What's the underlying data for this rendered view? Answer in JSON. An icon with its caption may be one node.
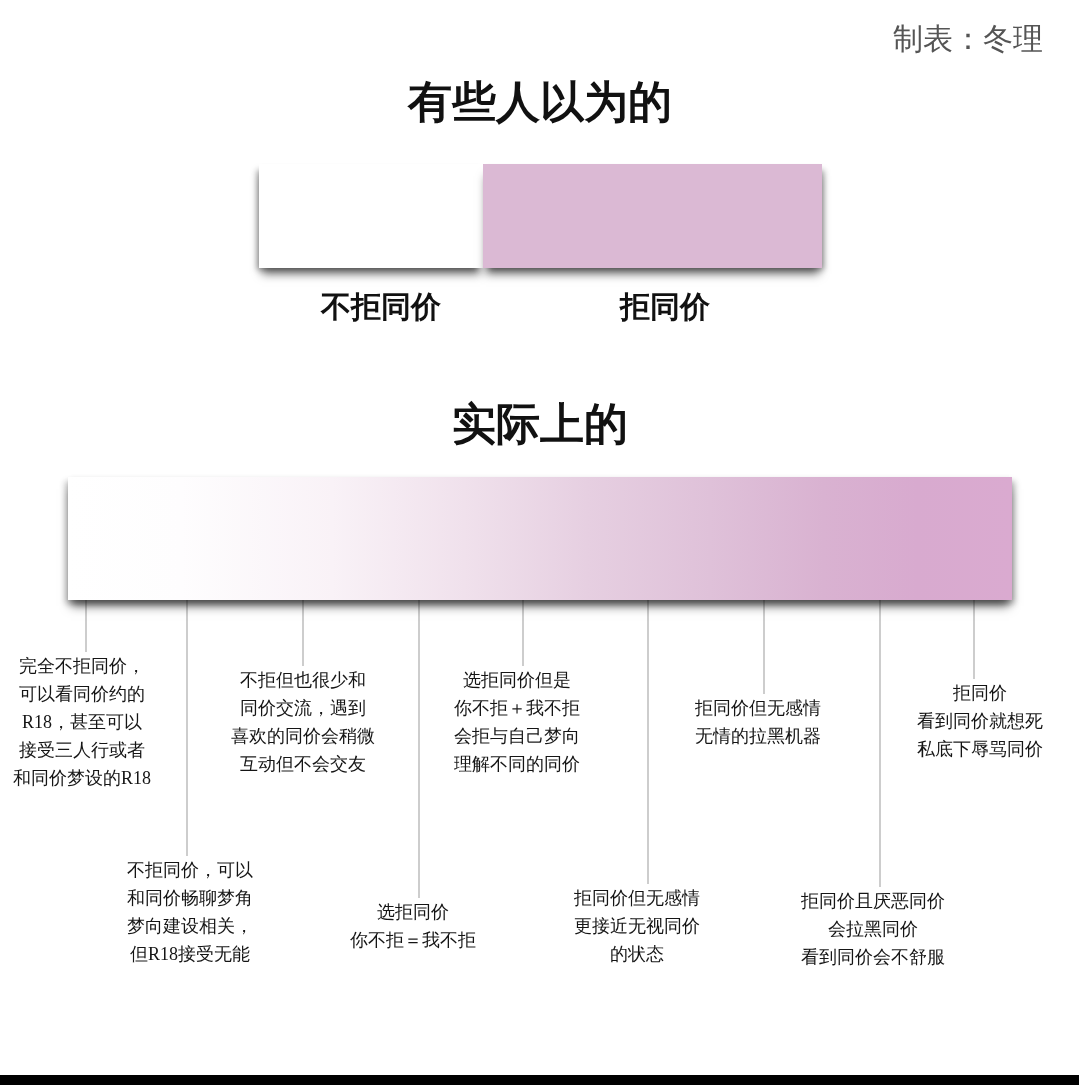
{
  "diagram": {
    "nodes": [
      {
        "text": [
          "不拒同价"
        ]
      },
      {
        "text": [
          "拒同价"
        ]
      },
      {
        "text": [],
        "shape": "bar"
      },
      {
        "text": [
          "完全不拒同价，可以看同价约的R18，甚至可以接受三人行或者和同价梦设的R18"
        ]
      },
      {
        "text": [
          "不拒同价，可以和同价畅聊梦角梦向建设相关，但R18接受无能"
        ]
      },
      {
        "text": [
          "不拒但也很少和同价交流，遇到喜欢的同价会稍微互动但不会交友"
        ]
      },
      {
        "text": [
          "选拒同价你不拒＝我不拒"
        ]
      },
      {
        "text": [
          "选拒同价但是你不拒＋我不拒会拒与自己梦向理解不同的同价"
        ]
      },
      {
        "text": [
          "拒同价但无感情更接近无视同价的状态"
        ]
      },
      {
        "text": [
          "拒同价但无感情无情的拉黑机器"
        ]
      },
      {
        "text": [
          "拒同价且厌恶同价会拉黑同价看到同价会不舒服"
        ]
      },
      {
        "text": [
          "拒同价看到同价就想死私底下辱骂同价"
        ]
      }
    ],
    "edges": [
      {
        "from": 3,
        "to": 2,
        "arrow": "none"
      },
      {
        "from": 4,
        "to": 2,
        "arrow": "none"
      },
      {
        "from": 5,
        "to": 2,
        "arrow": "none"
      },
      {
        "from": 6,
        "to": 2,
        "arrow": "none"
      },
      {
        "from": 7,
        "to": 2,
        "arrow": "none"
      },
      {
        "from": 8,
        "to": 2,
        "arrow": "none"
      },
      {
        "from": 9,
        "to": 2,
        "arrow": "none"
      },
      {
        "from": 10,
        "to": 2,
        "arrow": "none"
      },
      {
        "from": 11,
        "to": 2,
        "arrow": "none"
      }
    ],
    "labels": [
      "制表：冬理",
      "有些人以为的",
      "实际上的"
    ]
  }
}
